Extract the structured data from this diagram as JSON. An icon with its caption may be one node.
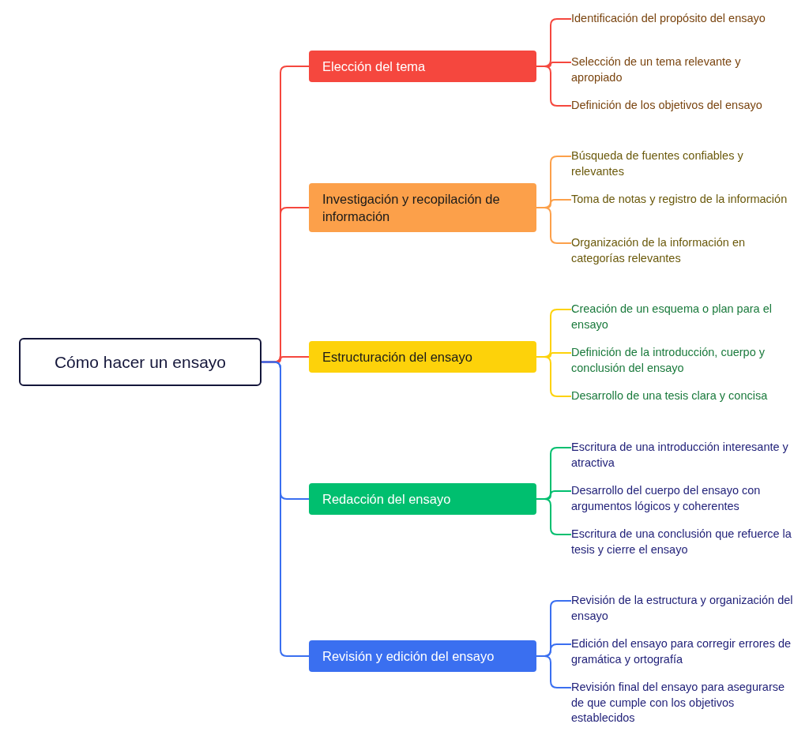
{
  "diagram": {
    "nodes": [
      {
        "text": [
          "Cómo hacer un ensayo"
        ]
      },
      {
        "text": [
          "Elección del tema"
        ]
      },
      {
        "text": [
          "Identificación del propósito del ensayo"
        ]
      },
      {
        "text": [
          "Selección de un tema relevante y apropiado"
        ]
      },
      {
        "text": [
          "Definición de los objetivos del ensayo"
        ]
      },
      {
        "text": [
          "Investigación y recopilación de información"
        ]
      },
      {
        "text": [
          "Búsqueda de fuentes confiables y relevantes"
        ]
      },
      {
        "text": [
          "Toma de notas y registro de la información"
        ]
      },
      {
        "text": [
          "Organización de la información en categorías relevantes"
        ]
      },
      {
        "text": [
          "Estructuración del ensayo"
        ]
      },
      {
        "text": [
          "Creación de un esquema o plan para el ensayo"
        ]
      },
      {
        "text": [
          "Definición de la introducción, cuerpo y conclusión del ensayo"
        ]
      },
      {
        "text": [
          "Desarrollo de una tesis clara y concisa"
        ]
      },
      {
        "text": [
          "Redacción del ensayo"
        ]
      },
      {
        "text": [
          "Escritura de una introducción interesante y atractiva"
        ]
      },
      {
        "text": [
          "Desarrollo del cuerpo del ensayo con argumentos lógicos y coherentes"
        ]
      },
      {
        "text": [
          "Escritura de una conclusión que refuerce la tesis y cierre el ensayo"
        ]
      },
      {
        "text": [
          "Revisión y edición del ensayo"
        ]
      },
      {
        "text": [
          "Revisión de la estructura y organización del ensayo"
        ]
      },
      {
        "text": [
          "Edición del ensayo para corregir errores de gramática y ortografía"
        ]
      },
      {
        "text": [
          "Revisión final del ensayo para asegurarse de que cumple con los objetivos establecidos"
        ]
      }
    ],
    "edges": [
      {
        "from": 0,
        "to": 1,
        "arrow": "none",
        "color": "#f5473e"
      },
      {
        "from": 0,
        "to": 5,
        "arrow": "none",
        "color": "#f5473e"
      },
      {
        "from": 0,
        "to": 9,
        "arrow": "none",
        "color": "#f5473e"
      },
      {
        "from": 0,
        "to": 13,
        "arrow": "none",
        "color": "#3a6ff0"
      },
      {
        "from": 0,
        "to": 17,
        "arrow": "none",
        "color": "#3a6ff0"
      },
      {
        "from": 1,
        "to": 2,
        "arrow": "none",
        "color": "#f5473e"
      },
      {
        "from": 1,
        "to": 3,
        "arrow": "none",
        "color": "#f5473e"
      },
      {
        "from": 1,
        "to": 4,
        "arrow": "none",
        "color": "#f5473e"
      },
      {
        "from": 5,
        "to": 6,
        "arrow": "none",
        "color": "#fca04a"
      },
      {
        "from": 5,
        "to": 7,
        "arrow": "none",
        "color": "#fca04a"
      },
      {
        "from": 5,
        "to": 8,
        "arrow": "none",
        "color": "#fca04a"
      },
      {
        "from": 9,
        "to": 10,
        "arrow": "none",
        "color": "#fdd20a"
      },
      {
        "from": 9,
        "to": 11,
        "arrow": "none",
        "color": "#fdd20a"
      },
      {
        "from": 9,
        "to": 12,
        "arrow": "none",
        "color": "#fdd20a"
      },
      {
        "from": 13,
        "to": 14,
        "arrow": "none",
        "color": "#00bf6f"
      },
      {
        "from": 13,
        "to": 15,
        "arrow": "none",
        "color": "#00bf6f"
      },
      {
        "from": 13,
        "to": 16,
        "arrow": "none",
        "color": "#00bf6f"
      },
      {
        "from": 17,
        "to": 18,
        "arrow": "none",
        "color": "#3a6ff0"
      },
      {
        "from": 17,
        "to": 19,
        "arrow": "none",
        "color": "#3a6ff0"
      },
      {
        "from": 17,
        "to": 20,
        "arrow": "none",
        "color": "#3a6ff0"
      }
    ]
  }
}
